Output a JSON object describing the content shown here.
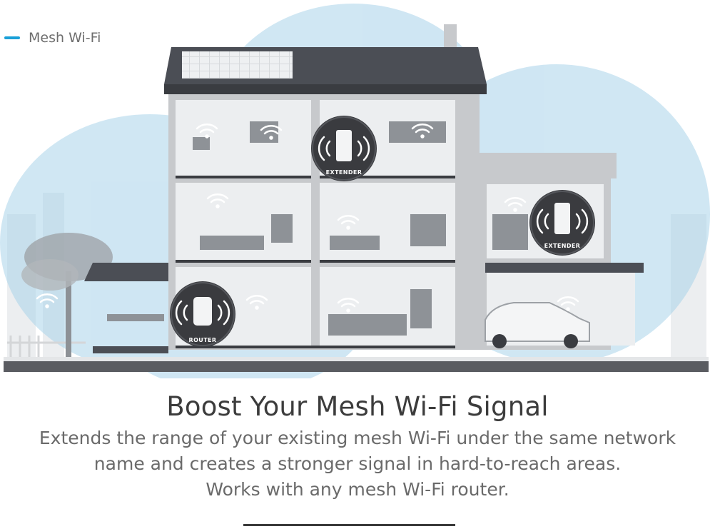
{
  "legend": {
    "label": "Mesh Wi-Fi",
    "color": "#1aa0d8"
  },
  "devices": {
    "extender_upper": "EXTENDER",
    "extender_garage": "EXTENDER",
    "router": "ROUTER"
  },
  "headline": "Boost Your Mesh Wi-Fi Signal",
  "description": {
    "line1": "Extends the range of your existing mesh Wi-Fi under the same network",
    "line2": "name and creates a stronger signal in hard-to-reach areas.",
    "line3": "Works with any mesh Wi-Fi router."
  },
  "colors": {
    "coverage": "#a9d3ea",
    "roof": "#4b4e55",
    "wall": "#c7c9cc",
    "room": "#eceef0",
    "badge": "#3a3b3f"
  }
}
